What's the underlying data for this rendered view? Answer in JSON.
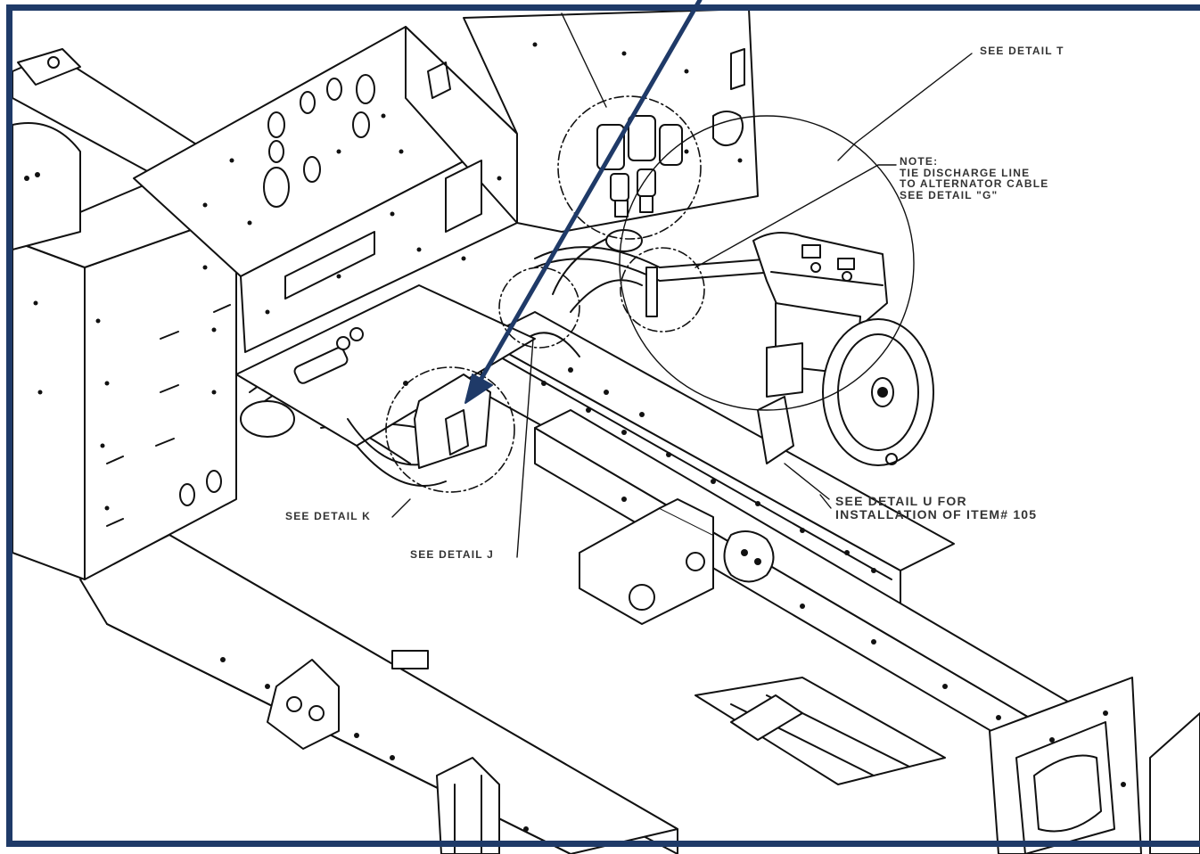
{
  "colors": {
    "frame": "#1f3a68",
    "arrow": "#1f3a68",
    "line": "#111111",
    "text": "#333333"
  },
  "callouts": {
    "detail_t": "SEE DETAIL T",
    "note": [
      "NOTE:",
      "TIE DISCHARGE LINE",
      "TO ALTERNATOR CABLE",
      "SEE DETAIL \"G\""
    ],
    "detail_u": [
      "SEE DETAIL U FOR",
      "INSTALLATION OF ITEM# 105"
    ],
    "detail_k": "SEE DETAIL K",
    "detail_j": "SEE DETAIL J"
  }
}
